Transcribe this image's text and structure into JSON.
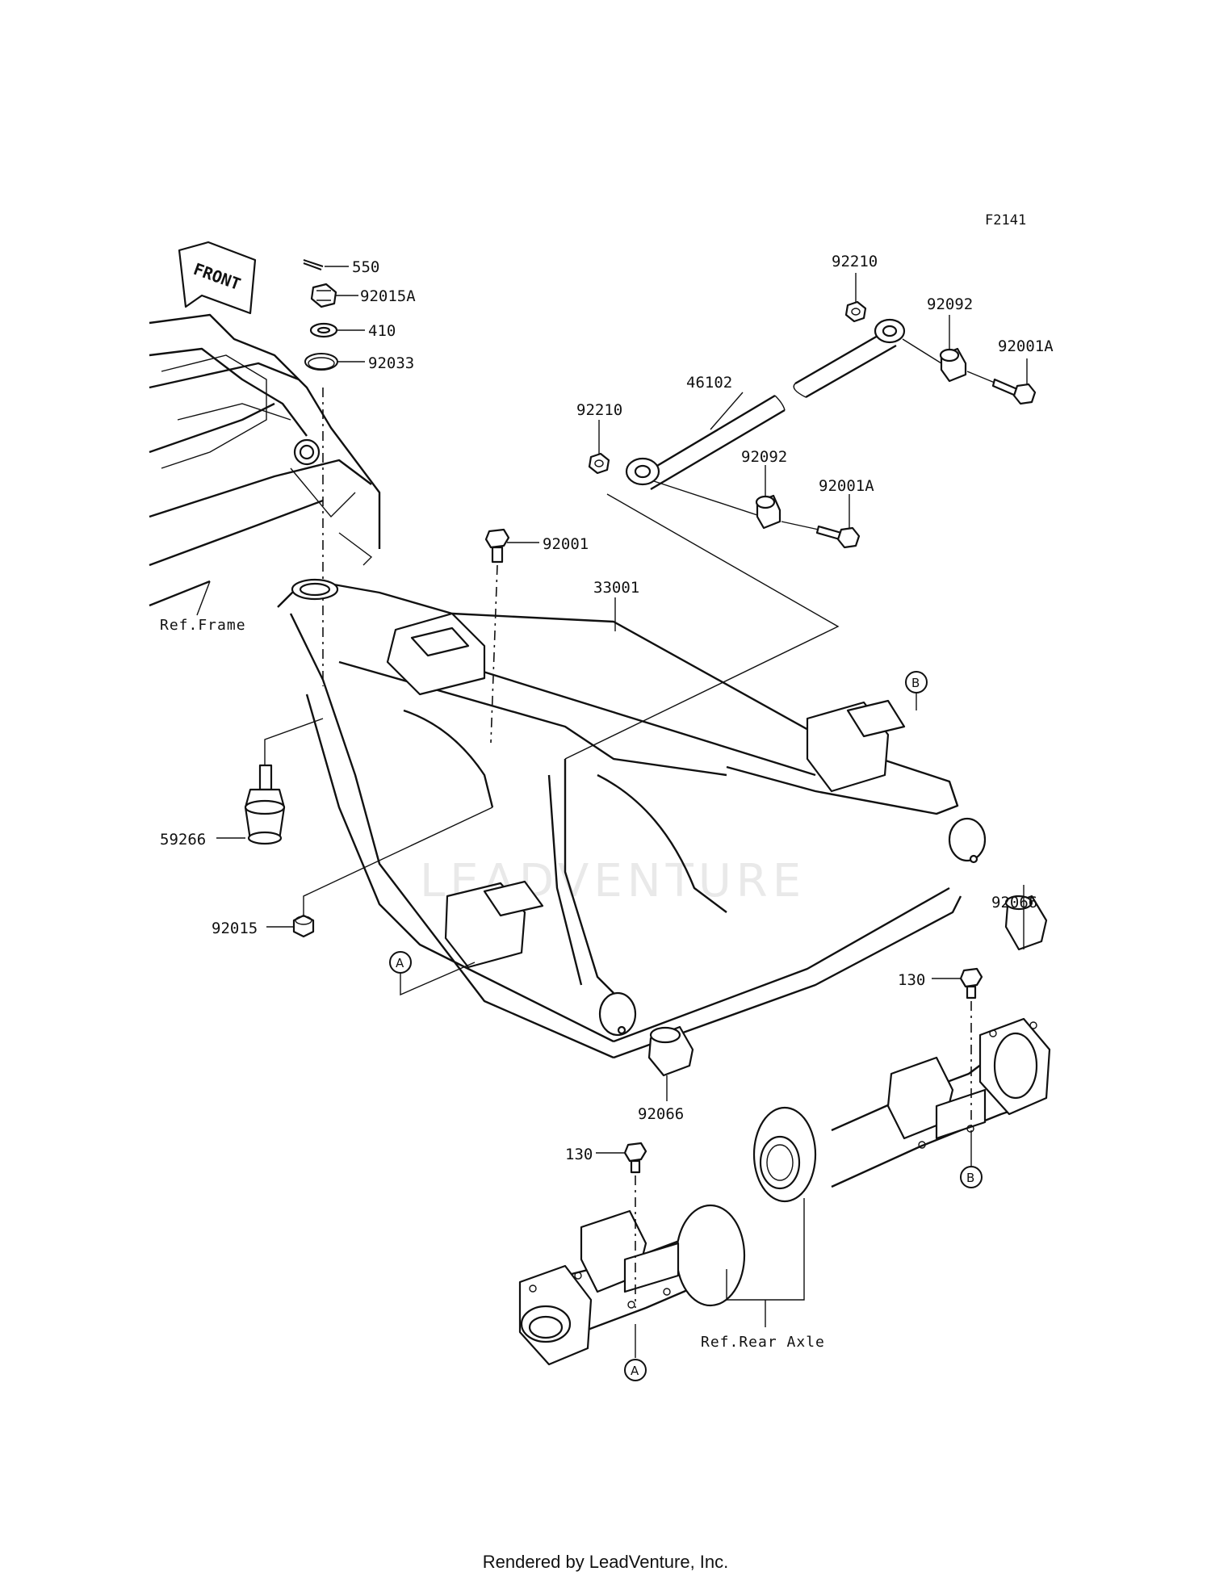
{
  "figure_id": "F2141",
  "front_label": "FRONT",
  "ref_labels": {
    "frame": "Ref.Frame",
    "rear_axle": "Ref.Rear Axle"
  },
  "callouts": {
    "a1": "A",
    "a2": "A",
    "b1": "B",
    "b2": "B"
  },
  "parts": {
    "p550": "550",
    "p92015a": "92015A",
    "p410": "410",
    "p92033": "92033",
    "p92210_top": "92210",
    "p92092_top": "92092",
    "p92001a_top": "92001A",
    "p46102": "46102",
    "p92210_mid": "92210",
    "p92092_mid": "92092",
    "p92001a_mid": "92001A",
    "p92001": "92001",
    "p33001": "33001",
    "p59266": "59266",
    "p92015": "92015",
    "p92066_right": "92066",
    "p92066_bottom": "92066",
    "p130_right": "130",
    "p130_left": "130"
  },
  "watermark": "LEADVENTURE",
  "footer": "Rendered by LeadVenture, Inc."
}
